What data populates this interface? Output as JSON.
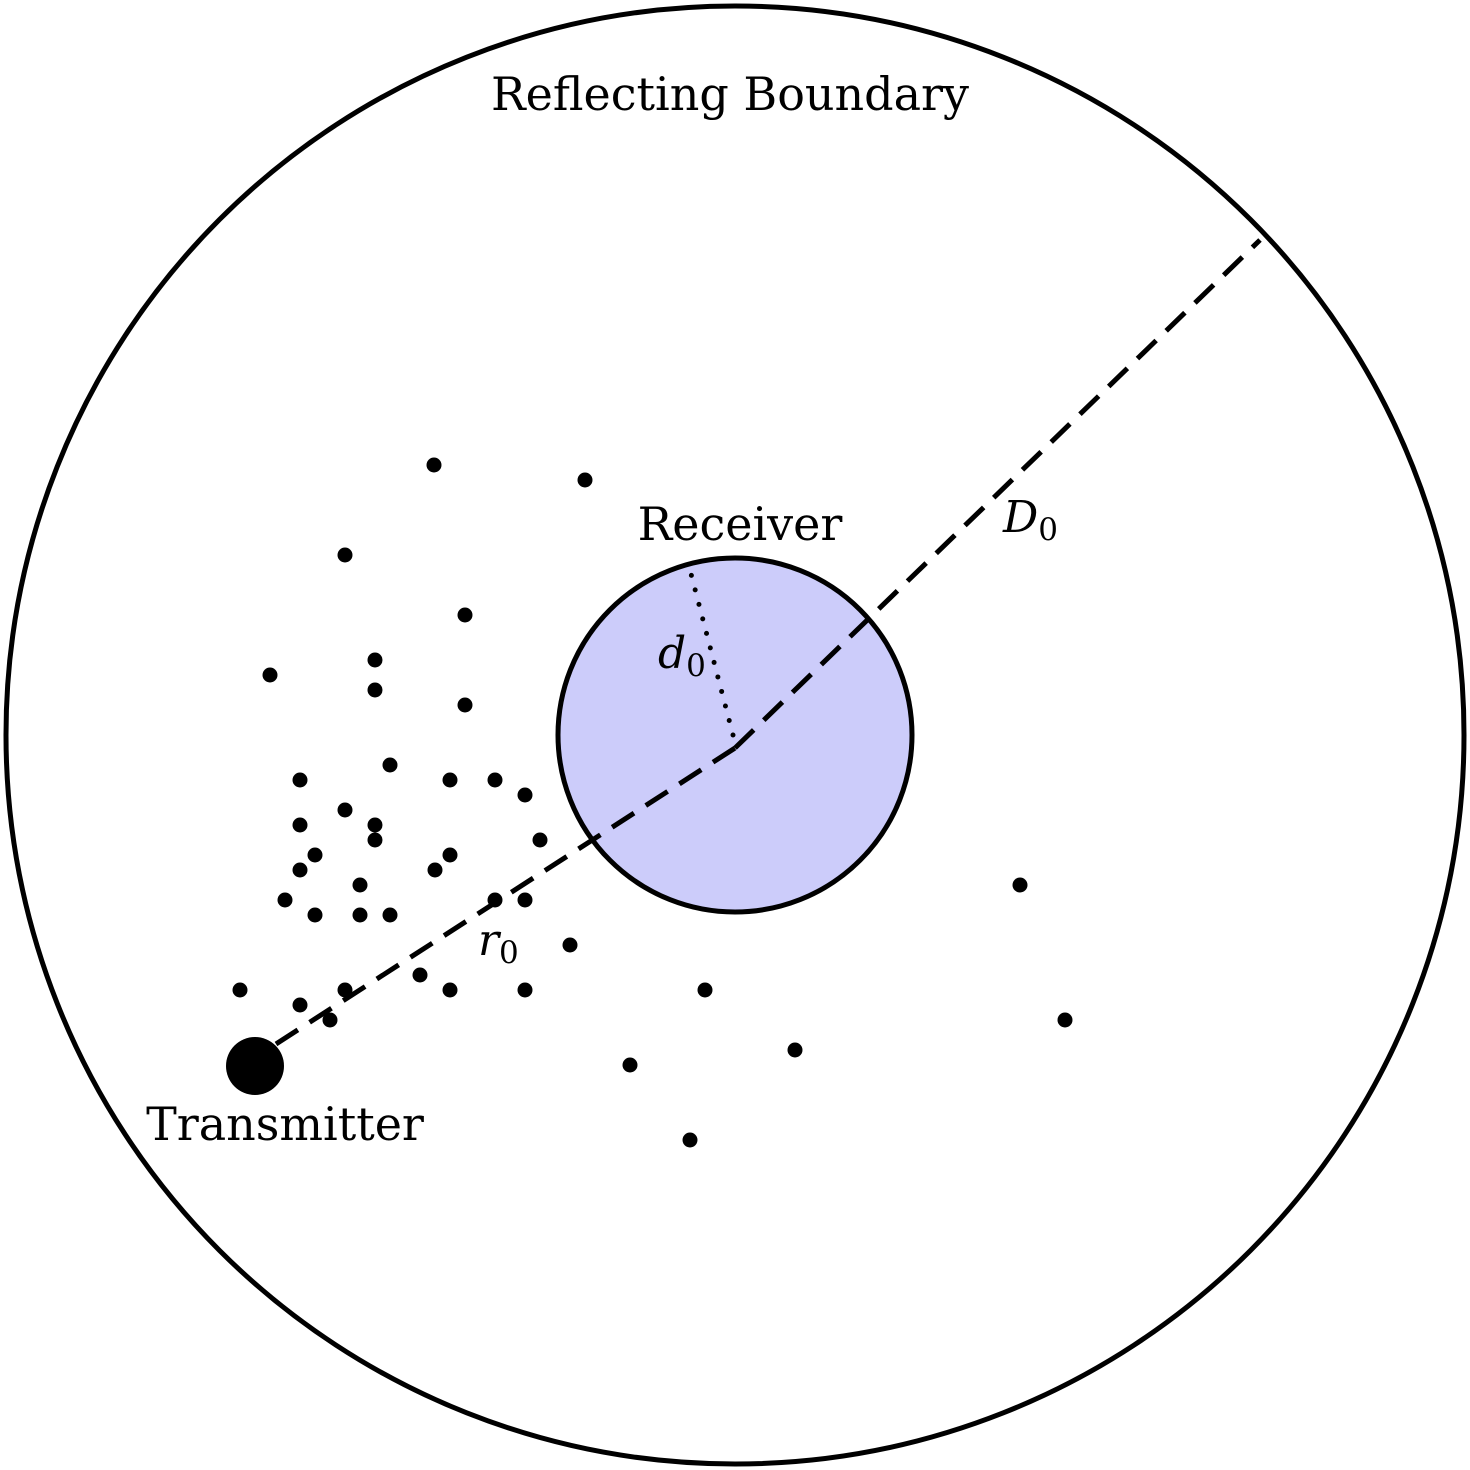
{
  "labels": {
    "boundary": "Reflecting Boundary",
    "receiver": "Receiver",
    "transmitter": "Transmitter",
    "r0_symbol": "r",
    "r0_subscript": "0",
    "d0_symbol": "d",
    "d0_subscript": "0",
    "D0_symbol": "D",
    "D0_subscript": "0"
  },
  "colors": {
    "stroke": "#000000",
    "receiver_fill": "#ccccfa",
    "background": "#ffffff"
  }
}
